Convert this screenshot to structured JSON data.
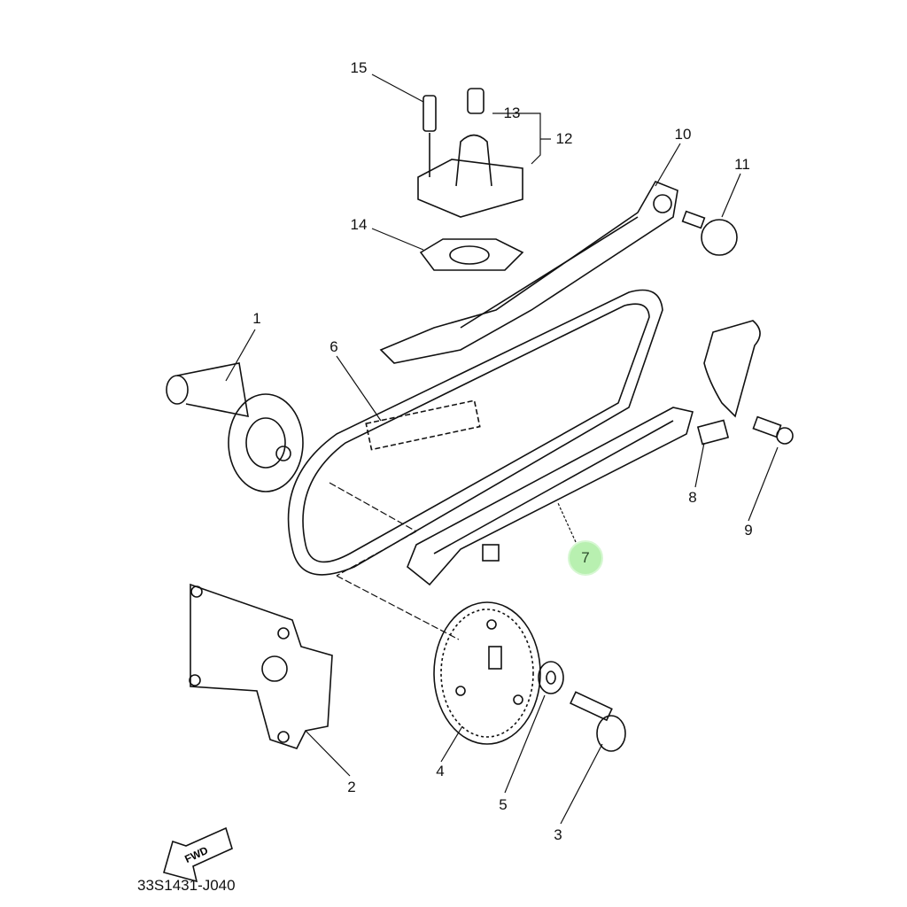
{
  "diagram": {
    "part_labels": {
      "p1": "1",
      "p2": "2",
      "p3": "3",
      "p4": "4",
      "p5": "5",
      "p6": "6",
      "p7": "7",
      "p8": "8",
      "p9": "9",
      "p10": "10",
      "p11": "11",
      "p12": "12",
      "p13": "13",
      "p14": "14",
      "p15": "15"
    },
    "highlighted_part": "7",
    "highlight_color": "#b8f0b0",
    "fwd_arrow_text": "FWD",
    "diagram_code": "33S1431-J040"
  }
}
